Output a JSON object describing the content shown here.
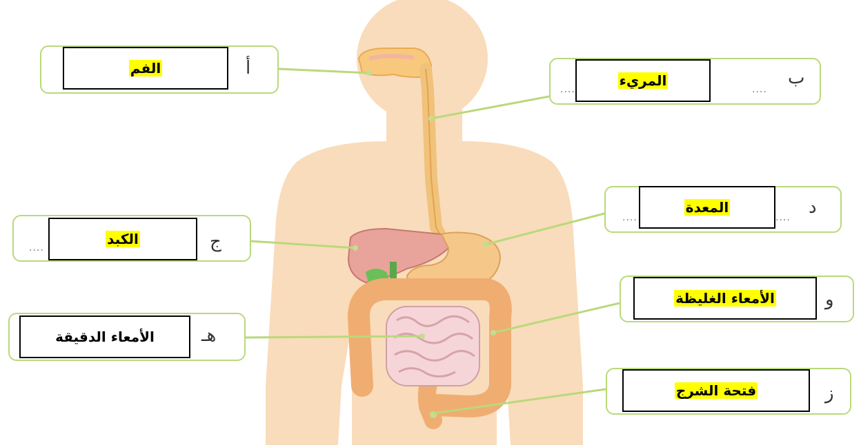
{
  "colors": {
    "body": "#f9d9b4",
    "label_border": "#b9d97a",
    "leader_line": "#b9d97a",
    "highlight": "#ffff00"
  },
  "labels": {
    "mouth": {
      "letter": "أ",
      "answer": "الفم",
      "dots": "",
      "highlight": true
    },
    "esophagus": {
      "letter": "ب",
      "answer": "المريء",
      "dots": "....",
      "highlight": true
    },
    "liver": {
      "letter": "ج",
      "answer": "الكبد",
      "dots": "....",
      "highlight": true
    },
    "stomach": {
      "letter": "د",
      "answer": "المعدة",
      "dots": "....",
      "highlight": true
    },
    "small_intestine": {
      "letter": "هـ",
      "answer": "الأمعاء الدقيقة",
      "dots": "",
      "highlight": false
    },
    "large_intestine": {
      "letter": "و",
      "answer": "الأمعاء الغليظة",
      "dots": "",
      "highlight": true
    },
    "anus": {
      "letter": "ز",
      "answer": "فتحة الشرج",
      "dots": "",
      "highlight": true
    }
  }
}
